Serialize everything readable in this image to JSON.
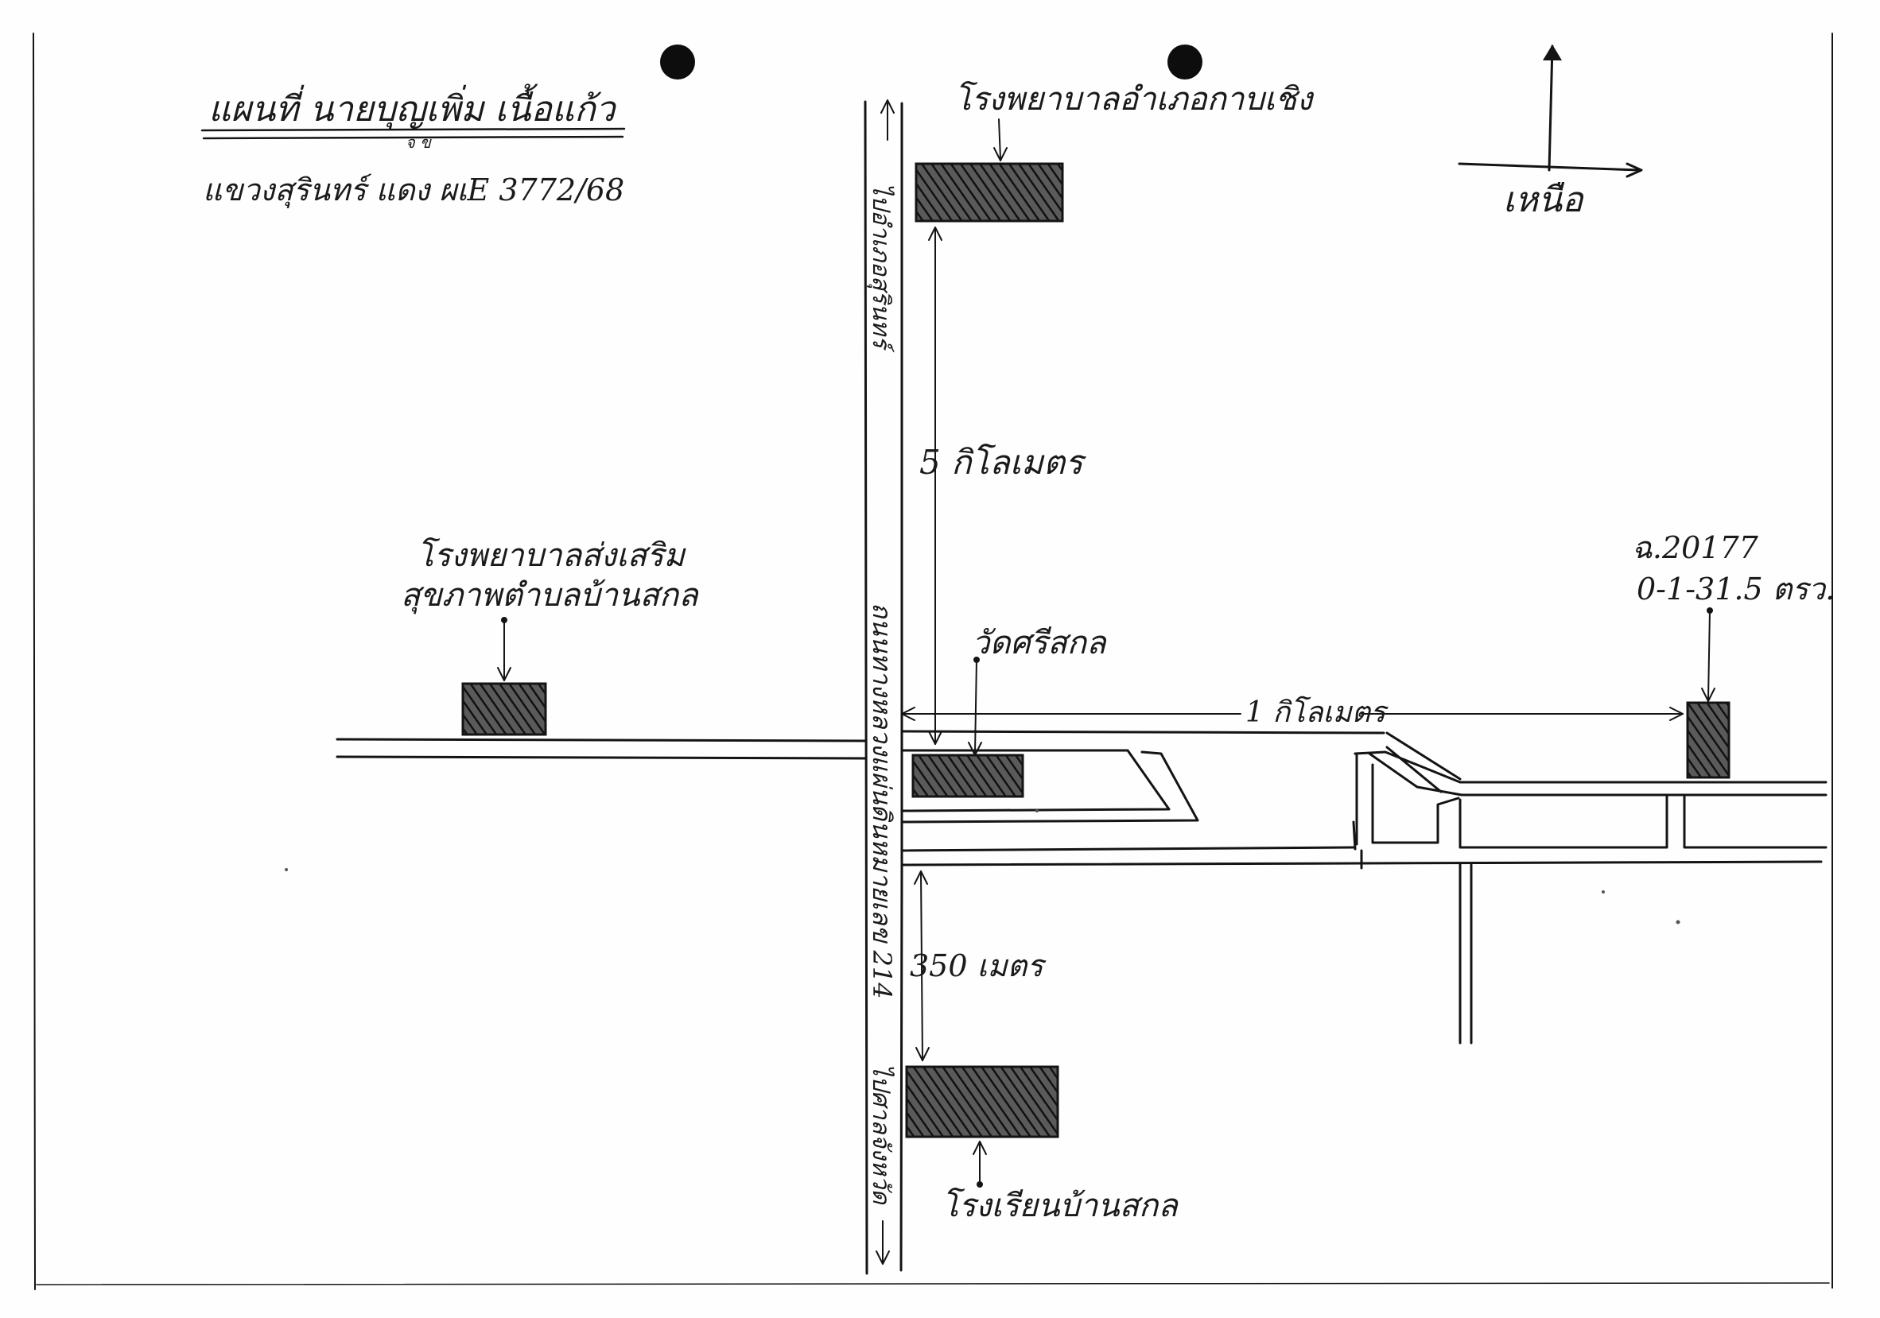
{
  "map": {
    "title": "แผนที่ นายบุญเพิ่ม เนื้อแก้ว",
    "title_mark": "จ ข",
    "subtitle": "แขวงสุรินทร์ แดง ผเE 3772/68",
    "north_label": "เหนือ",
    "road_name": "ถนนทางหลวงแผ่นดินหมายเลข 214",
    "road_label_lines": [
      "ถนนทางหลวง",
      "หมายเลข 214"
    ],
    "direction_north": "ไปอำเภอสุรินทร์",
    "direction_south": "ไปศาลจังหวัด",
    "labels": {
      "district_hospital": "โรงพยาบาลอำเภอกาบเชิง",
      "health_center_line1": "โรงพยาบาลส่งเสริม",
      "health_center_line2": "สุขภาพตำบลบ้านสกล",
      "temple": "วัดศรีสกล",
      "school": "โรงเรียนบ้านสกล",
      "parcel_number": "ฉ.20177",
      "parcel_area": "0-1-31.5 ตรว."
    },
    "distances": {
      "hospital_to_temple": "5 กิโลเมตร",
      "junction_to_parcel": "1 กิโลเมตร",
      "junction_to_school": "350 เมตร"
    },
    "colors": {
      "ink": "#141414",
      "paper": "#fefefe",
      "hatch": "#222222"
    }
  }
}
